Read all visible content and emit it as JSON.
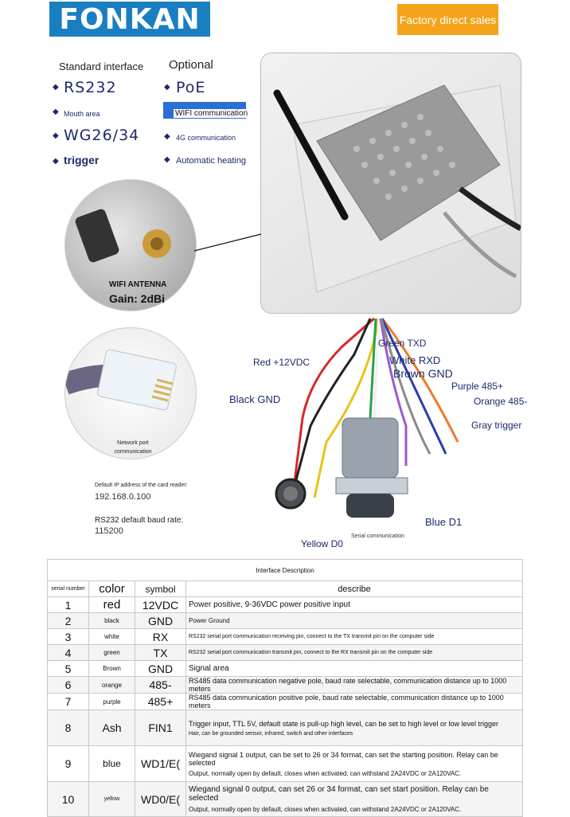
{
  "header": {
    "logo": "FONKAN",
    "sales": "Factory direct sales"
  },
  "features": {
    "standard_heading": "Standard interface",
    "optional_heading": "Optional",
    "standard": [
      "RS232",
      "Mouth area",
      "WG26/34",
      "trigger"
    ],
    "optional": [
      "PoE",
      "WIFI communication",
      "4G communication",
      "Automatic heating"
    ]
  },
  "antenna": {
    "title": "WIFI ANTENNA",
    "gain": "Gain: 2dBi"
  },
  "network": {
    "port_label": "Network port communication",
    "ip_heading": "Default IP address of the card reader:",
    "ip_value": "192.168.0.100",
    "baud_heading": "RS232 default baud rate:",
    "baud_value": "115200"
  },
  "wires": {
    "green": "Green TXD",
    "red": "Red +12VDC",
    "white": "White RXD",
    "brown": "Brown GND",
    "black": "Black GND",
    "purple": "Purple 485+",
    "orange": "Orange 485-",
    "gray": "Gray trigger",
    "blue": "Blue D1",
    "yellow": "Yellow D0",
    "serial": "Serial communication"
  },
  "colors": {
    "brand_blue": "#1a7fc1",
    "orange": "#f5a31a",
    "text_navy": "#1b2a6b"
  },
  "table": {
    "caption": "Interface Description",
    "headers": {
      "num": "serial number",
      "color": "color",
      "symbol": "symbol",
      "describe": "describe"
    },
    "rows": [
      {
        "n": "1",
        "color": "red",
        "symbol": "12VDC",
        "desc": "Power positive, 9-36VDC power positive input",
        "desc2": ""
      },
      {
        "n": "2",
        "color": "black",
        "symbol": "GND",
        "desc": "Power Ground",
        "desc2": ""
      },
      {
        "n": "3",
        "color": "white",
        "symbol": "RX",
        "desc": "RS232 serial port communication receiving pin, connect to the TX transmit pin on the computer side",
        "desc2": ""
      },
      {
        "n": "4",
        "color": "green",
        "symbol": "TX",
        "desc": "RS232 serial port communication transmit pin, connect to the RX transmit pin on the computer side",
        "desc2": ""
      },
      {
        "n": "5",
        "color": "Brown",
        "symbol": "GND",
        "desc": "Signal area",
        "desc2": ""
      },
      {
        "n": "6",
        "color": "orange",
        "symbol": "485-",
        "desc": "RS485 data communication negative pole, baud rate selectable, communication distance up to 1000 meters",
        "desc2": ""
      },
      {
        "n": "7",
        "color": "purple",
        "symbol": "485+",
        "desc": "RS485 data communication positive pole, baud rate selectable, communication distance up to 1000 meters",
        "desc2": ""
      },
      {
        "n": "8",
        "color": "Ash",
        "symbol": "FIN1",
        "desc": "Trigger input, TTL 5V, default state is pull-up high level, can be set to high level or low level trigger",
        "desc2": "Hair, can be grounded sensor, infrared, switch and other interfaces"
      },
      {
        "n": "9",
        "color": "blue",
        "symbol": "WD1/E(",
        "desc": "Wiegand signal 1 output, can be set to 26 or 34 format, can set the starting position. Relay can be selected",
        "desc2": "Output, normally open by default, closes when activated, can withstand 2A24VDC or 2A120VAC."
      },
      {
        "n": "10",
        "color": "yellow",
        "symbol": "WD0/E(",
        "desc": "Wiegand signal 0 output, can set 26 or 34 format, can set start position. Relay can be selected",
        "desc2": "Output, normally open by default, closes when activated, can withstand 2A24VDC or 2A120VAC."
      }
    ]
  }
}
